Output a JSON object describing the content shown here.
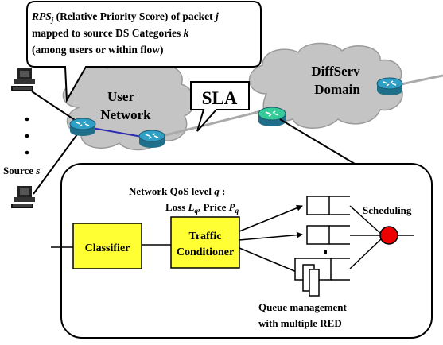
{
  "callout": {
    "line1_prefix": "RPS",
    "line1_sub": "j",
    "line1_rest": " (Relative Priority Score) of packet ",
    "line1_var": "j",
    "line2_text": "mapped to source DS Categories ",
    "line2_var": "k",
    "line3": "(among users or within flow)"
  },
  "clouds": {
    "user_line1": "User",
    "user_line2": "Network",
    "diffserv_line1": "DiffServ",
    "diffserv_line2": "Domain"
  },
  "sla_label": "SLA",
  "source": {
    "dots": ":",
    "label_prefix": "Source ",
    "label_var": "s"
  },
  "detail": {
    "qos_prefix": "Network QoS level  ",
    "qos_var": "q",
    "qos_suffix": " :",
    "loss_label": "Loss ",
    "loss_var": "L",
    "loss_sub": "q",
    "price_label": ", Price ",
    "price_var": "P",
    "price_sub": "q",
    "classifier": "Classifier",
    "traffic_line1": "Traffic",
    "traffic_line2": "Conditioner",
    "scheduling": "Scheduling",
    "queue_line1": "Queue management",
    "queue_line2": "with multiple RED",
    "queue_dot": "."
  },
  "colors": {
    "cloud_fill": "#c4c4c4",
    "box_fill": "#ffff33",
    "scheduler_fill": "#ee0000",
    "router_fill": "#2f9fc5",
    "link_line": "#2b2bb5"
  }
}
